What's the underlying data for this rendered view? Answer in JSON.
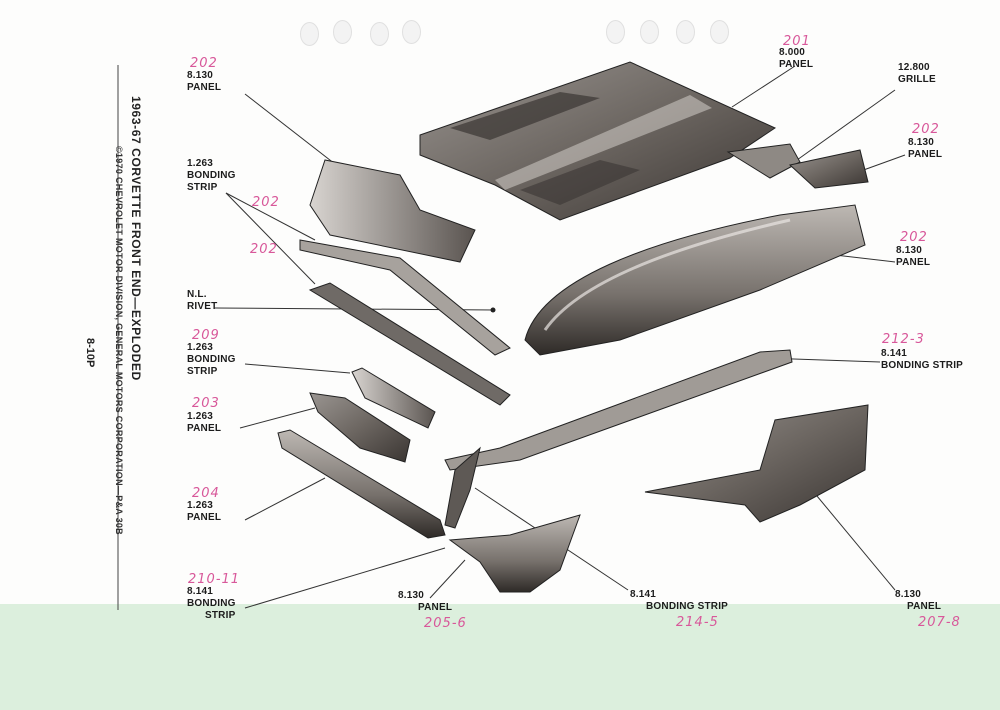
{
  "title": "1963-67 CORVETTE FRONT END—EXPLODED",
  "copyright": "©1970 CHEVROLET MOTOR DIVISION, GENERAL MOTORS CORPORATION—P&A 30B",
  "page_number": "8-10P",
  "labels": {
    "top_left_panel": {
      "code": "8.130",
      "name": "PANEL",
      "note": "202"
    },
    "bonding_strip_a": {
      "code": "1.263",
      "name1": "BONDING",
      "name2": "STRIP"
    },
    "note_202a": "202",
    "note_202b": "202",
    "rivet": {
      "code": "N.L.",
      "name": "RIVET"
    },
    "bonding_strip_b": {
      "code": "1.263",
      "name1": "BONDING",
      "name2": "STRIP",
      "note": "209"
    },
    "panel_203": {
      "code": "1.263",
      "name": "PANEL",
      "note": "203"
    },
    "panel_204": {
      "code": "1.263",
      "name": "PANEL",
      "note": "204"
    },
    "bonding_strip_c": {
      "code": "8.141",
      "name1": "BONDING",
      "name2": "STRIP",
      "note": "210-11"
    },
    "bottom_panel_mid": {
      "code": "8.130",
      "name": "PANEL",
      "note": "205-6"
    },
    "bonding_strip_bottom": {
      "code": "8.141",
      "name": "BONDING STRIP",
      "note": "214-5"
    },
    "bottom_right_panel": {
      "code": "8.130",
      "name": "PANEL",
      "note": "207-8"
    },
    "hood_panel": {
      "code": "8.000",
      "name": "PANEL",
      "note": "201"
    },
    "grille": {
      "code": "12.800",
      "name": "GRILLE"
    },
    "right_panel_upper": {
      "code": "8.130",
      "name": "PANEL",
      "note": "202"
    },
    "right_panel_nose": {
      "code": "8.130",
      "name": "PANEL",
      "note": "202"
    },
    "right_bonding_strip": {
      "code": "8.141",
      "name": "BONDING STRIP",
      "note": "212-3"
    }
  }
}
